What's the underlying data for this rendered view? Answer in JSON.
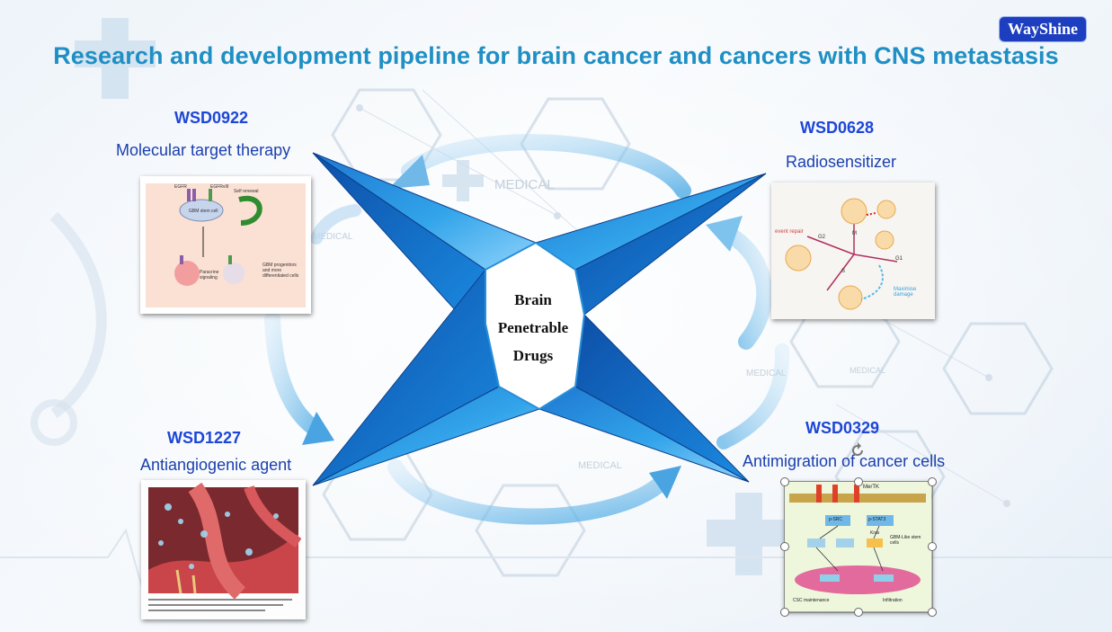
{
  "title": "Research and development pipeline for brain cancer and cancers with CNS metastasis",
  "logo": "WayShine",
  "center": {
    "line1": "Brain",
    "line2": "Penetrable",
    "line3": "Drugs"
  },
  "background_watermarks": [
    "MEDICAL",
    "MEDICAL",
    "MEDICAL",
    "MEDICAL",
    "MEDICAL"
  ],
  "pipeline": [
    {
      "code": "WSD0922",
      "label": "Molecular target therapy",
      "figure_text": [
        "EGFR",
        "EGFRvIII",
        "Self renewal",
        "GBM stem cell",
        "Paracrine signaling",
        "GBM progenitors and more differentiated cells"
      ]
    },
    {
      "code": "WSD0628",
      "label": "Radiosensitizer",
      "figure_text": [
        "G2",
        "M",
        "G1",
        "S",
        "event repair",
        "Maximise damage"
      ]
    },
    {
      "code": "WSD1227",
      "label": "Antiangiogenic agent",
      "figure_text": []
    },
    {
      "code": "WSD0329",
      "label": "Antimigration of cancer cells",
      "figure_text": [
        "MerTK",
        "p-SRC",
        "p-STAT3",
        "Kras",
        "GBM-Like stem cells",
        "CSC maintenance",
        "Infiltration"
      ]
    }
  ],
  "colors": {
    "title": "#1f8fc4",
    "code": "#1d46d6",
    "label": "#1b3fae",
    "star_blue": "#1c8ed8",
    "logo_bg": "#1d3fbf"
  }
}
